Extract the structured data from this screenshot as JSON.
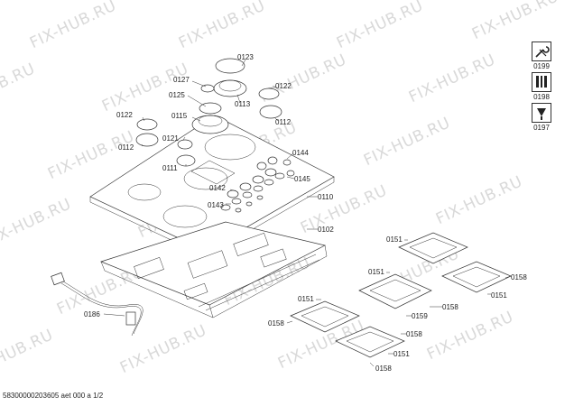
{
  "watermark": {
    "text": "FIX-HUB.RU"
  },
  "callouts": {
    "c0123": "0123",
    "c0127": "0127",
    "c0125": "0125",
    "c0113": "0113",
    "c0122a": "0122",
    "c0112a": "0112",
    "c0122b": "0122",
    "c0115": "0115",
    "c0112b": "0112",
    "c0121": "0121",
    "c0111": "0111",
    "c0144": "0144",
    "c0142": "0142",
    "c0145": "0145",
    "c0110": "0110",
    "c0143": "0143",
    "c0102": "0102",
    "c0186": "0186",
    "c0151a": "0151",
    "c0151b": "0151",
    "c0151c": "0151",
    "c0151d": "0151",
    "c0158a": "0158",
    "c0158b": "0158",
    "c0158c": "0158",
    "c0158d": "0158",
    "c0158e": "0158",
    "c0159": "0159"
  },
  "tools": [
    {
      "code": "0199",
      "icon": "wrench-screwdriver-icon"
    },
    {
      "code": "0198",
      "icon": "tools-set-icon"
    },
    {
      "code": "0197",
      "icon": "grease-gun-icon"
    }
  ],
  "footer": {
    "text": "58300000203605 aet 000 a 1/2"
  }
}
